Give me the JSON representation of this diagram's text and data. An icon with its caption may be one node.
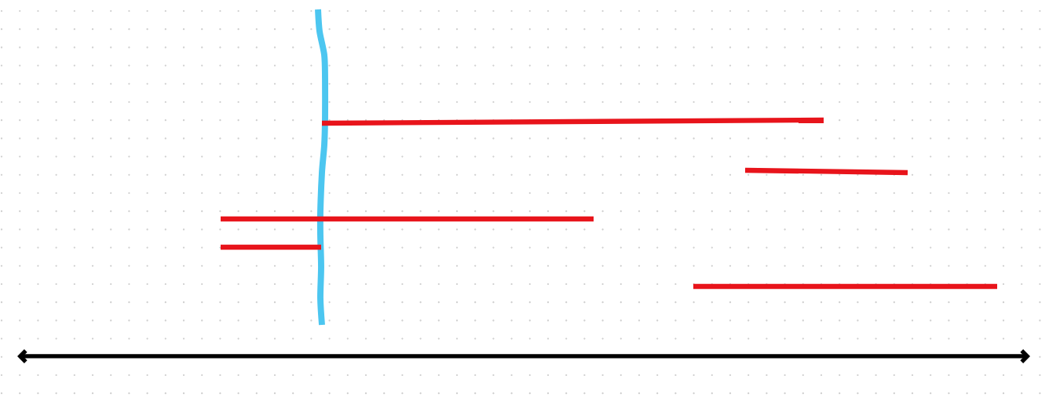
{
  "diagram": {
    "nodes": [
      {
        "text": [],
        "shape": "bar"
      },
      {
        "text": [],
        "shape": "bar"
      },
      {
        "text": [],
        "shape": "bar"
      },
      {
        "text": [],
        "shape": "bar"
      },
      {
        "text": [],
        "shape": "bar"
      }
    ]
  }
}
